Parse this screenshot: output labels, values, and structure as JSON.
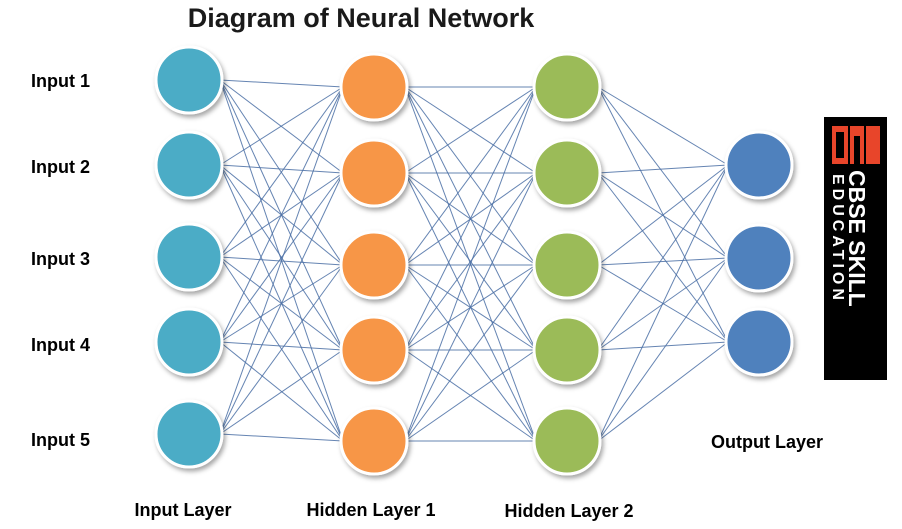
{
  "title": "Diagram of Neural Network",
  "input_labels": [
    "Input 1",
    "Input 2",
    "Input 3",
    "Input 4",
    "Input 5"
  ],
  "layers": [
    {
      "name": "Input Layer",
      "nodes": 5,
      "color": "#4bacc6"
    },
    {
      "name": "Hidden Layer 1",
      "nodes": 5,
      "color": "#f79646"
    },
    {
      "name": "Hidden Layer 2",
      "nodes": 5,
      "color": "#9bbb59"
    },
    {
      "name": "Output Layer",
      "nodes": 3,
      "color": "#4f81bd"
    }
  ],
  "edge_color": "#4a6fa5",
  "logo": {
    "main": "CBSE SKILL",
    "sub": "EDUCATION"
  }
}
